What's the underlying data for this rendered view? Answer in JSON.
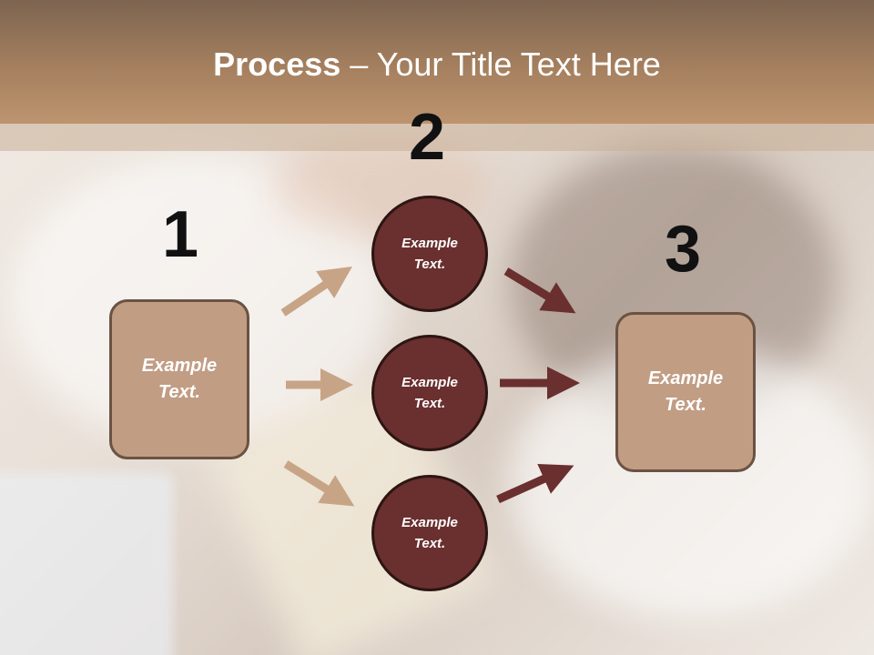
{
  "slide": {
    "title_bold": "Process",
    "title_rest": " – Your Title Text Here",
    "numbers": [
      "1",
      "2",
      "3"
    ],
    "box_left": "Example\nText.",
    "box_right": "Example\nText.",
    "circles": [
      "Example\nText.",
      "Example\nText.",
      "Example\nText."
    ]
  },
  "colors": {
    "title_bar": "#a5805f",
    "box_fill": "#c19d84",
    "circle_fill": "#6a2f2f",
    "arrow_light": "#c8a487",
    "arrow_dark": "#6a2f2f"
  }
}
